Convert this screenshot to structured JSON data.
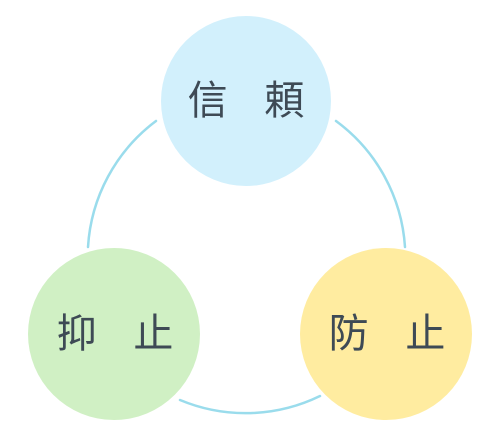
{
  "nodes": {
    "top": {
      "label": "信 頼",
      "fill": "#d2f0fc"
    },
    "left": {
      "label": "抑 止",
      "fill": "#d0f0c4"
    },
    "right": {
      "label": "防 止",
      "fill": "#ffeca0"
    }
  },
  "connector_color": "#9adcec"
}
